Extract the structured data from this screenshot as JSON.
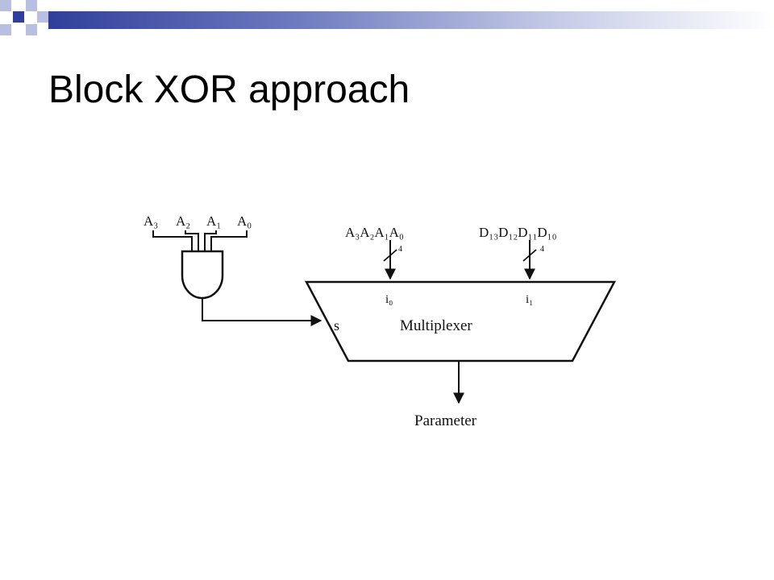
{
  "slide": {
    "title": "Block XOR approach"
  },
  "colors": {
    "accent_dark": "#2f3f9a",
    "accent_light": "#b8bfe0",
    "ink": "#111111"
  },
  "diagram": {
    "and_inputs": [
      "A₃",
      "A₂",
      "A₁",
      "A₀"
    ],
    "bus_a_label": "A₃A₂A₁A₀",
    "bus_d_label": "D₁₃D₁₂D₁₁D₁₀",
    "bus_width_a": "4",
    "bus_width_d": "4",
    "input0_label": "i₀",
    "input1_label": "i₁",
    "select_label": "s",
    "mux_label": "Multiplexer",
    "output_label": "Parameter"
  }
}
